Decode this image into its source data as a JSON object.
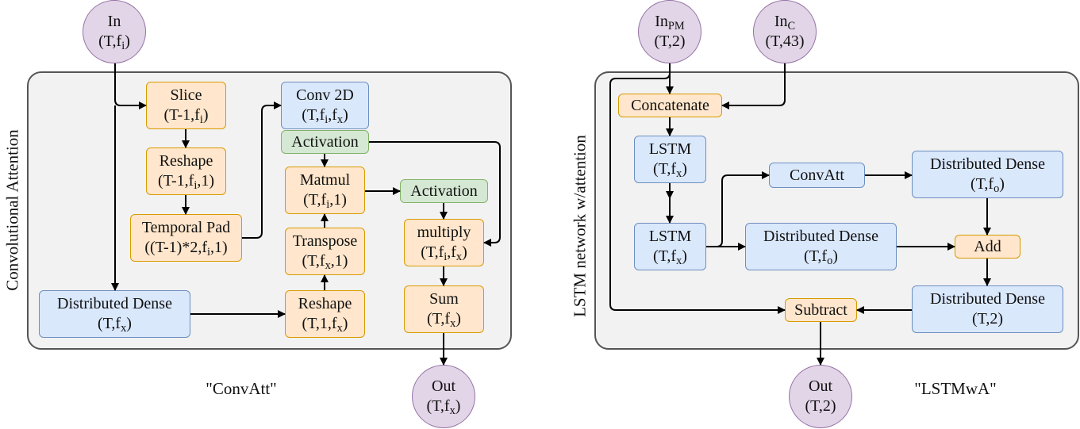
{
  "conv_panel": {
    "side_label": "Convolutional Attention",
    "caption": "\"ConvAtt\"",
    "nodes": {
      "in": {
        "l1": "In",
        "l2a": "(T,f",
        "l2s": "i",
        "l2b": ")"
      },
      "slice": {
        "l1": "Slice",
        "l2a": "(T-1,f",
        "l2s": "i",
        "l2b": ")"
      },
      "reshape1": {
        "l1": "Reshape",
        "l2a": "(T-1,f",
        "l2s": "i",
        "l2b": ",1)"
      },
      "temporal_pad": {
        "l1": "Temporal Pad",
        "l2a": "((T-1)*2,f",
        "l2s": "i",
        "l2b": ",1)"
      },
      "conv2d": {
        "l1": "Conv 2D",
        "l2a": "(T,f",
        "l2s": "i",
        "l2b": ",f",
        "l2s2": "x",
        "l2c": ")"
      },
      "activation1": {
        "l1": "Activation"
      },
      "matmul": {
        "l1": "Matmul",
        "l2a": "(T,f",
        "l2s": "i",
        "l2b": ",1)"
      },
      "activation2": {
        "l1": "Activation"
      },
      "transpose": {
        "l1": "Transpose",
        "l2a": "(T,f",
        "l2s": "x",
        "l2b": ",1)"
      },
      "multiply": {
        "l1": "multiply",
        "l2a": "(T,f",
        "l2s": "i",
        "l2b": ",f",
        "l2s2": "x",
        "l2c": ")"
      },
      "reshape2": {
        "l1": "Reshape",
        "l2a": "(T,1,f",
        "l2s": "x",
        "l2b": ")"
      },
      "sum": {
        "l1": "Sum",
        "l2a": "(T,f",
        "l2s": "x",
        "l2b": ")"
      },
      "distributed_dense": {
        "l1": "Distributed Dense",
        "l2a": "(T,f",
        "l2s": "x",
        "l2b": ")"
      },
      "out": {
        "l1": "Out",
        "l2a": "(T,f",
        "l2s": "x",
        "l2b": ")"
      }
    }
  },
  "lstm_panel": {
    "side_label": "LSTM network w/attention",
    "caption": "\"LSTMwA\"",
    "nodes": {
      "in_pm": {
        "l1a": "In",
        "l1s": "PM",
        "l2": "(T,2)"
      },
      "in_c": {
        "l1a": "In",
        "l1s": "C",
        "l2": "(T,43)"
      },
      "concatenate": {
        "l1": "Concatenate"
      },
      "lstm1": {
        "l1": "LSTM",
        "l2a": "(T,f",
        "l2s": "x",
        "l2b": ")"
      },
      "lstm2": {
        "l1": "LSTM",
        "l2a": "(T,f",
        "l2s": "x",
        "l2b": ")"
      },
      "convatt": {
        "l1": "ConvAtt"
      },
      "dd_fo_top": {
        "l1": "Distributed Dense",
        "l2a": "(T,f",
        "l2s": "o",
        "l2b": ")"
      },
      "dd_fo_mid": {
        "l1": "Distributed Dense",
        "l2a": "(T,f",
        "l2s": "o",
        "l2b": ")"
      },
      "add": {
        "l1": "Add"
      },
      "dd_2": {
        "l1": "Distributed Dense",
        "l2": "(T,2)"
      },
      "subtract": {
        "l1": "Subtract"
      },
      "out": {
        "l1": "Out",
        "l2": "(T,2)"
      }
    }
  },
  "colors": {
    "orange_fill": "#ffe6cc",
    "orange_stroke": "#d79b00",
    "blue_fill": "#dae8fc",
    "blue_stroke": "#6c8ebf",
    "green_fill": "#d5e8d4",
    "green_stroke": "#82b366",
    "purple_fill": "#e1d5e7",
    "purple_stroke": "#9673a6",
    "panel_fill": "#f2f2f2",
    "panel_stroke": "#555555"
  }
}
